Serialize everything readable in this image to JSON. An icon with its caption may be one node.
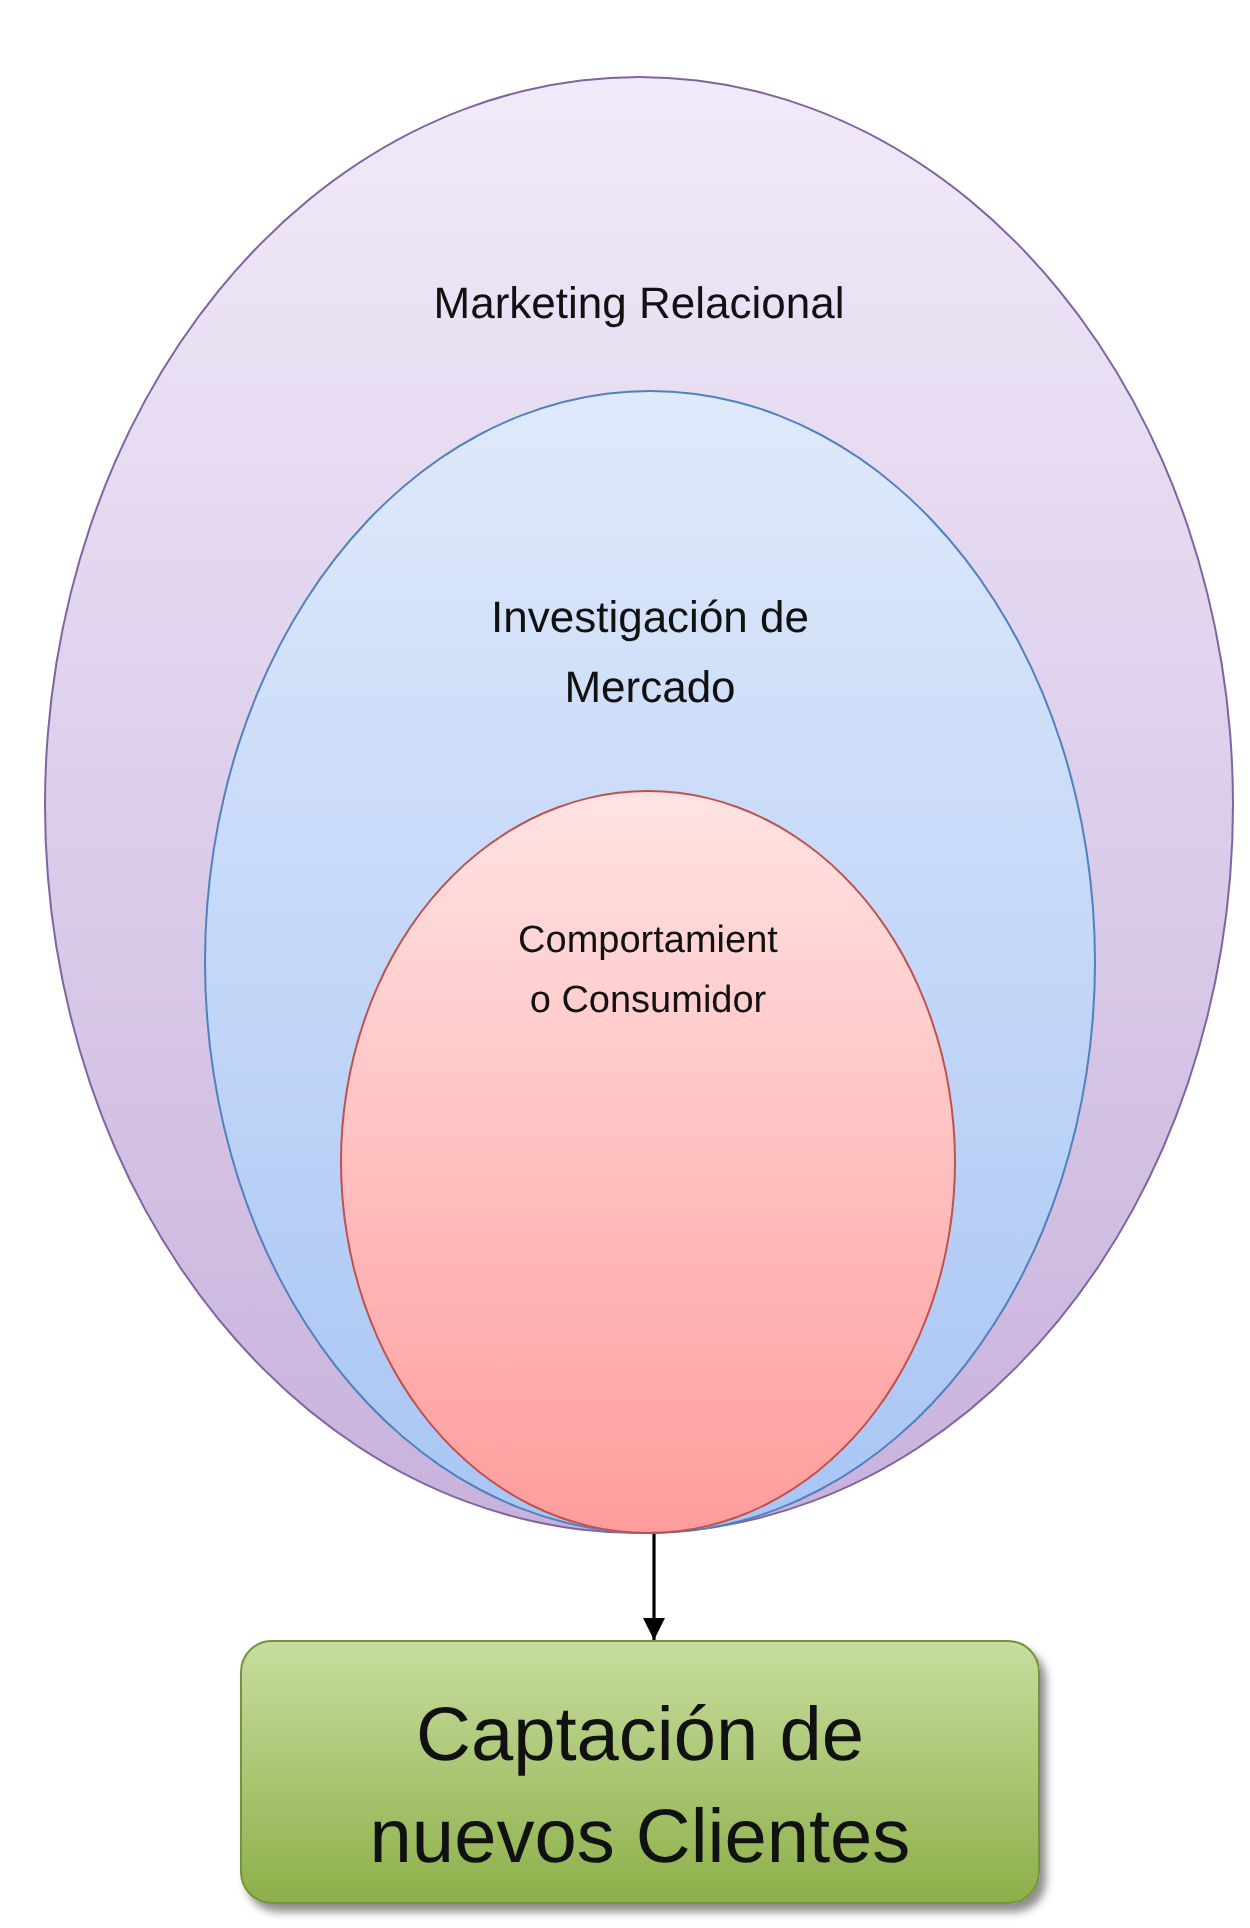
{
  "diagram": {
    "nodes": [
      {
        "text": [
          "Marketing Relacional"
        ]
      },
      {
        "text": [
          "Investigación de Mercado"
        ],
        "in": 0
      },
      {
        "text": [
          "Comportamient o Consumidor"
        ],
        "in": 1
      },
      {
        "text": [
          "Captación de nuevos Clientes"
        ]
      }
    ],
    "edges": [
      {
        "from": 2,
        "to": 3,
        "arrow": "to"
      }
    ]
  }
}
